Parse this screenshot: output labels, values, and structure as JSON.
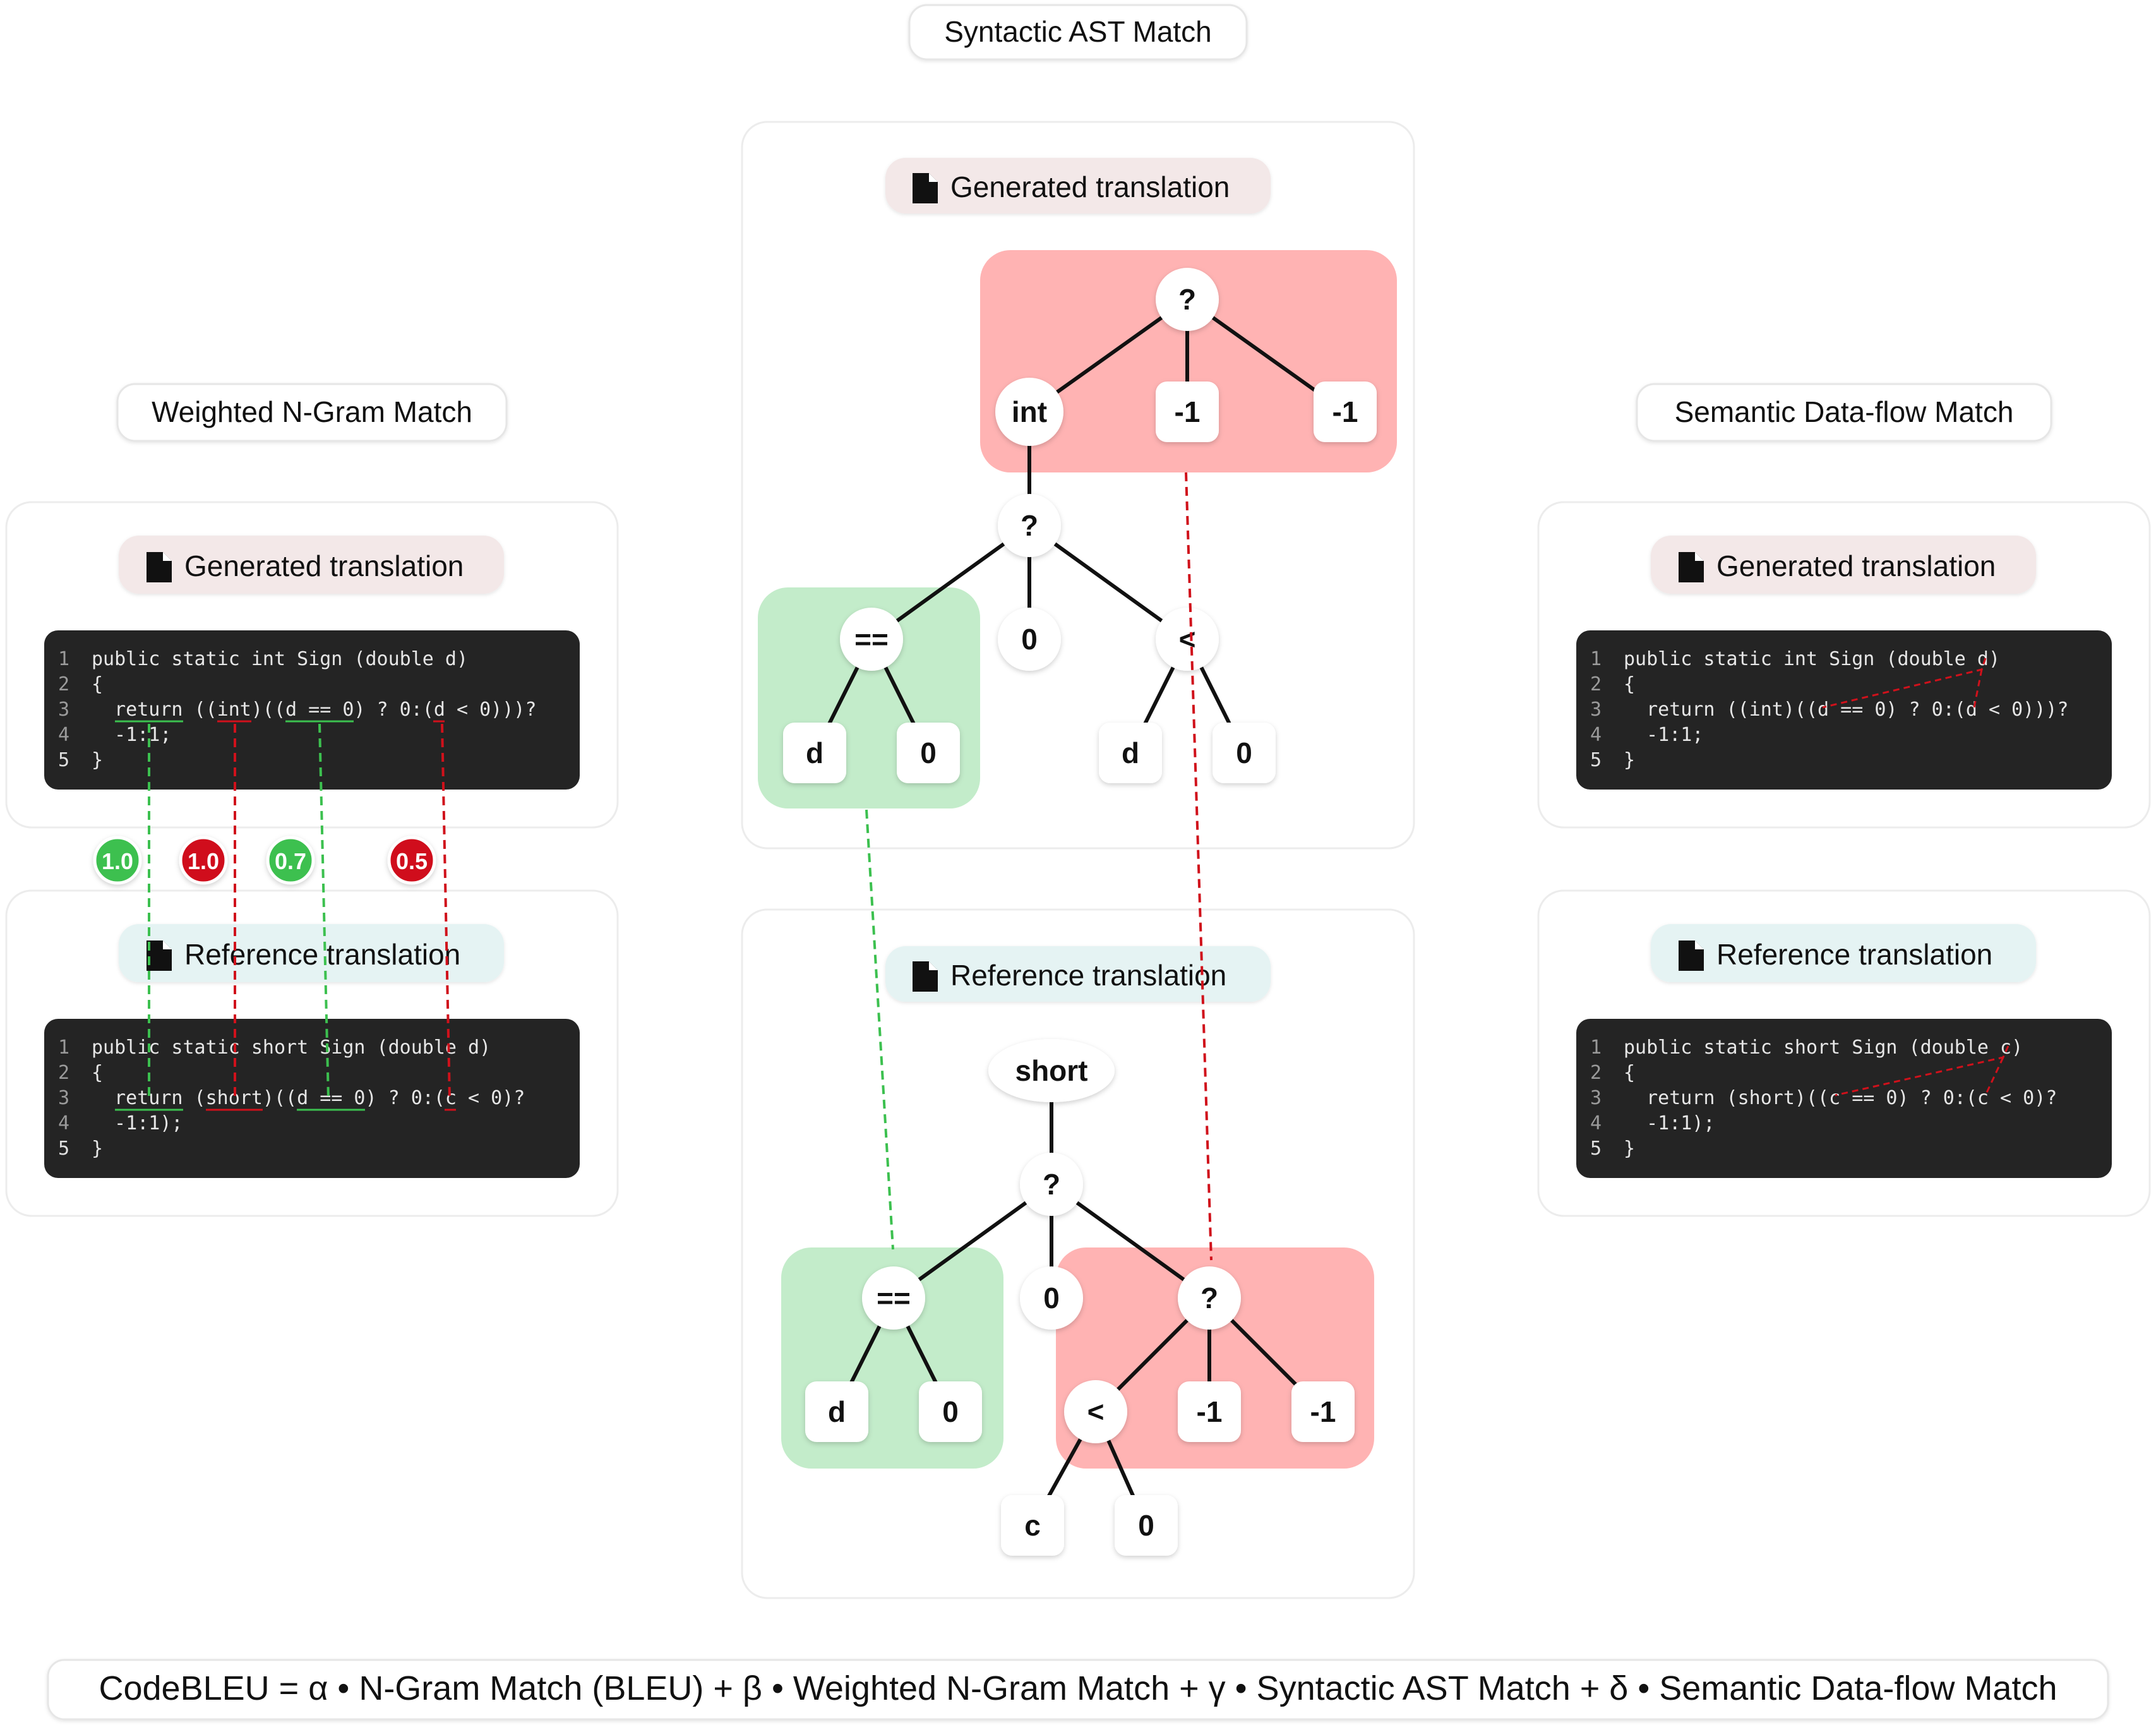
{
  "sections": {
    "weighted": {
      "title": "Weighted N-Gram Match"
    },
    "ast": {
      "title": "Syntactic AST Match"
    },
    "dataflow": {
      "title": "Semantic Data-flow Match"
    }
  },
  "labels": {
    "generated": "Generated translation",
    "reference": "Reference translation"
  },
  "code": {
    "generated": {
      "line_numbers": [
        "1",
        "2",
        "3",
        "4",
        "5"
      ],
      "lines": [
        "public static int Sign (double d)",
        "{",
        "  return ((int)((d == 0) ? 0:(d < 0)))?",
        "  -1:1;",
        "}"
      ]
    },
    "reference": {
      "line_numbers": [
        "1",
        "2",
        "3",
        "4",
        "5"
      ],
      "lines": [
        "public static short Sign (double d)",
        "{",
        "  return (short)((d == 0) ? 0:(c < 0)?",
        "  -1:1);",
        "}"
      ]
    },
    "generated_df": {
      "line_numbers": [
        "1",
        "2",
        "3",
        "4",
        "5"
      ],
      "lines": [
        "public static int Sign (double d)",
        "{",
        "  return ((int)((d == 0) ? 0:(d < 0)))?",
        "  -1:1;",
        "}"
      ]
    },
    "reference_df": {
      "line_numbers": [
        "1",
        "2",
        "3",
        "4",
        "5"
      ],
      "lines": [
        "public static short Sign (double c)",
        "{",
        "  return (short)((c == 0) ? 0:(c < 0)?",
        "  -1:1);",
        "}"
      ]
    }
  },
  "weights": [
    {
      "value": "1.0",
      "color": "#3cc04f"
    },
    {
      "value": "1.0",
      "color": "#d0111b"
    },
    {
      "value": "0.7",
      "color": "#3cc04f"
    },
    {
      "value": "0.5",
      "color": "#d0111b"
    }
  ],
  "ast": {
    "generated": {
      "q1": "?",
      "int": "int",
      "m1a": "-1",
      "m1b": "-1",
      "q2": "?",
      "eq": "==",
      "zero": "0",
      "lt": "<",
      "d1": "d",
      "z1": "0",
      "d2": "d",
      "z2": "0"
    },
    "reference": {
      "short": "short",
      "q1": "?",
      "eq": "==",
      "zero": "0",
      "q2": "?",
      "d1": "d",
      "z1": "0",
      "lt": "<",
      "m1a": "-1",
      "m1b": "-1",
      "c": "c",
      "z2": "0"
    }
  },
  "formula": "CodeBLEU = α • N-Gram Match (BLEU) + β • Weighted N-Gram Match + γ • Syntactic AST Match + δ • Semantic Data-flow Match",
  "colors": {
    "match_green": "#3cc04f",
    "mismatch_red": "#d0111b",
    "green_fill": "#c3ecca",
    "red_fill": "#ffb3b3",
    "code_bg": "#242424",
    "keyword": "#c678dd",
    "func": "#61afef"
  }
}
